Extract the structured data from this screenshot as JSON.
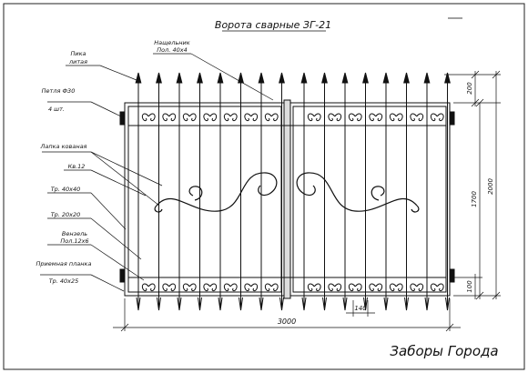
{
  "title": "Ворота сварные ЗГ-21",
  "callouts": {
    "pika_1": "Пика",
    "pika_2": "литая",
    "nashelnik_1": "Нащельник",
    "nashelnik_2": "Пол. 40х4",
    "petlya_1": "Петля Ф30",
    "petlya_2": "4 шт.",
    "lapka": "Лапка кованая",
    "kv": "Кв.12",
    "tr40": "Тр. 40х40",
    "tr20": "Тр. 20х20",
    "venzel_1": "Вензель",
    "venzel_2": "Пол.12х6",
    "planka_1": "Приемная планка",
    "planka_2": "Тр. 40х25"
  },
  "dimensions": {
    "overall_width": "3000",
    "spike_gap": "140",
    "top_height": "200",
    "frame_height": "1700",
    "overall_height": "2000",
    "bottom_height": "100"
  },
  "brand": "Заборы Города",
  "colors": {
    "line": "#111111",
    "background": "#ffffff"
  }
}
